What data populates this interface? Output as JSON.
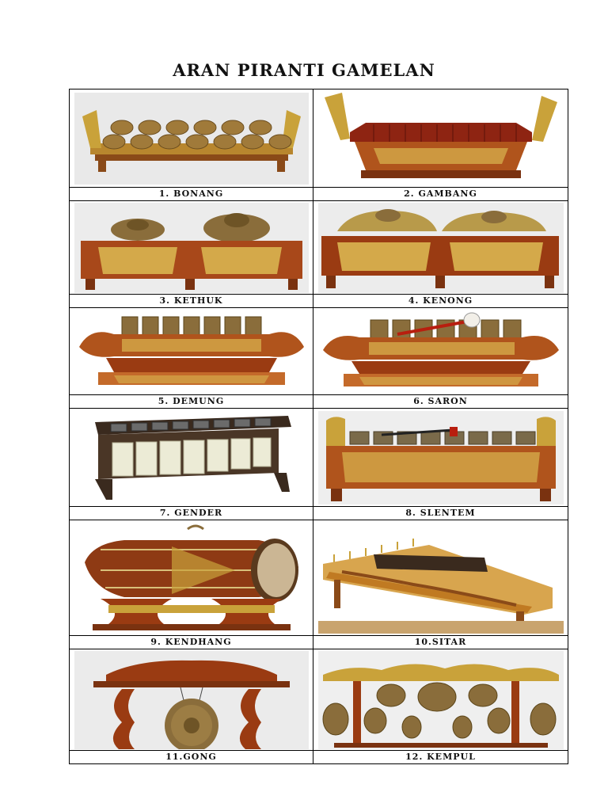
{
  "page": {
    "title": "ARAN PIRANTI GAMELAN"
  },
  "instruments": [
    {
      "label": "1.  BONANG",
      "icon": "bonang-icon"
    },
    {
      "label": "2.  GAMBANG",
      "icon": "gambang-icon"
    },
    {
      "label": "3.  KETHUK",
      "icon": "kethuk-icon"
    },
    {
      "label": "4.  KENONG",
      "icon": "kenong-icon"
    },
    {
      "label": "5.  DEMUNG",
      "icon": "demung-icon"
    },
    {
      "label": "6.  SARON",
      "icon": "saron-icon"
    },
    {
      "label": "7.  GENDER",
      "icon": "gender-icon"
    },
    {
      "label": "8.  SLENTEM",
      "icon": "slentem-icon"
    },
    {
      "label": "9.  KENDHANG",
      "icon": "kendhang-icon"
    },
    {
      "label": "10.SITAR",
      "icon": "sitar-icon"
    },
    {
      "label": "11.GONG",
      "icon": "gong-icon"
    },
    {
      "label": "12. KEMPUL",
      "icon": "kempul-icon"
    }
  ],
  "colors": {
    "wood": "#9a3b12",
    "gold": "#c9a23a",
    "bronze": "#8a6d3b",
    "border": "#000000"
  }
}
